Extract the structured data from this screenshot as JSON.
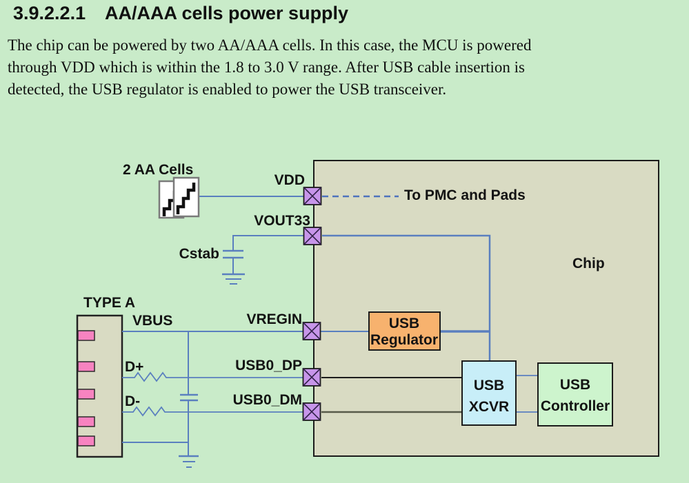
{
  "page": {
    "heading_number": "3.9.2.2.1",
    "heading_title": "AA/AAA cells power supply",
    "body_lines": [
      "The chip can be powered by two AA/AAA cells. In this case, the MCU is powered",
      "through VDD which is within the 1.8 to 3.0 V range. After USB cable insertion is",
      "detected, the USB regulator is enabled to power the USB transceiver."
    ]
  },
  "diagram": {
    "labels": {
      "battery": "2 AA Cells",
      "vdd": "VDD",
      "vout33": "VOUT33",
      "cstab": "Cstab",
      "to_pmc": "To PMC and Pads",
      "chip": "Chip",
      "type_a": "TYPE A",
      "vbus": "VBUS",
      "d_plus": "D+",
      "d_minus": "D-",
      "vregin": "VREGIN",
      "usb0_dp": "USB0_DP",
      "usb0_dm": "USB0_DM",
      "regulator_line1": "USB",
      "regulator_line2": "Regulator",
      "xcvr_line1": "USB",
      "xcvr_line2": "XCVR",
      "controller_line1": "USB",
      "controller_line2": "Controller"
    },
    "colors": {
      "page_bg": "#c9ebc9",
      "chip_fill": "#d9dbc3",
      "connector_fill": "#d9dbc3",
      "connector_pin_fill": "#f783c0",
      "pad_fill": "#c795ea",
      "regulator_fill": "#f7b26e",
      "xcvr_fill": "#c8eef8",
      "controller_fill": "#cdf4cd",
      "battery_fill": "#ffffff",
      "wire_blue": "#5a7fbf",
      "wire_dashed_blue": "#4d73bd",
      "wire_dark": "#1c1c1c",
      "wire_olive": "#575b49"
    }
  }
}
